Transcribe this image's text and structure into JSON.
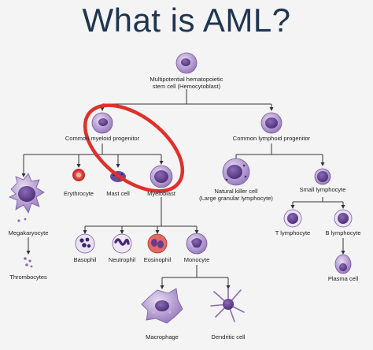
{
  "title": "What is AML?",
  "nodes": {
    "stem_cell": {
      "line1": "Multipotential hematopoietic",
      "line2": "stem cell (Hemocytoblast)"
    },
    "myeloid_progenitor": "Common myeloid progenitor",
    "lymphoid_progenitor": "Common lymphoid progenitor",
    "megakaryocyte": "Megakaryocyte",
    "thrombocytes": "Thrombocytes",
    "erythrocyte": "Erythrocyte",
    "mast_cell": "Mast cell",
    "myeloblast": "Myeloblast",
    "nk_cell": {
      "line1": "Natural killer cell",
      "line2": "(Large granular lymphocyte)"
    },
    "small_lymphocyte": "Small lymphocyte",
    "t_lymphocyte": "T lymphocyte",
    "b_lymphocyte": "B lymphocyte",
    "plasma_cell": "Plasma cell",
    "basophil": "Basophil",
    "neutrophil": "Neutrophil",
    "eosinophil": "Eosinophil",
    "monocyte": "Monocyte",
    "macrophage": "Macrophage",
    "dendritic_cell": "Dendritic cell"
  },
  "colors": {
    "title": "#1f3550",
    "highlight": "#e0302a",
    "cell_purple": "#9a7bbf",
    "nucleus": "#5b3c86",
    "erythrocyte": "#d8322f",
    "lines": "#333333"
  }
}
